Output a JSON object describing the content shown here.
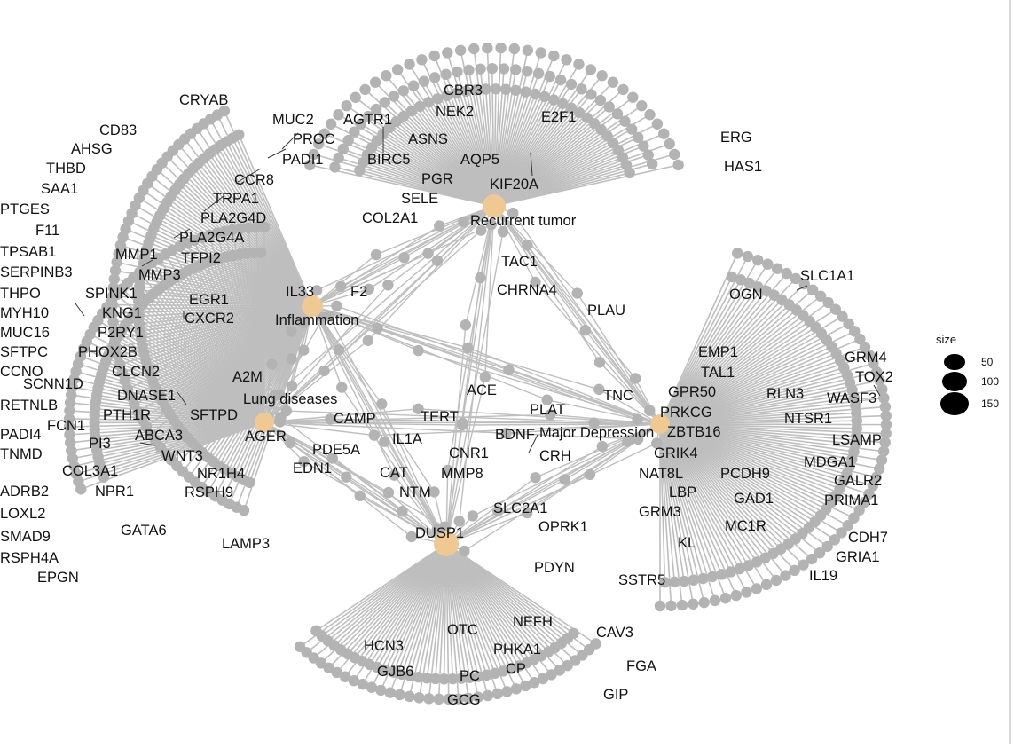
{
  "colors": {
    "edge": "#bebebe",
    "gene": "#b3b3b3",
    "category": "#f0c891",
    "text": "#111111",
    "legend": "#000000"
  },
  "legend": {
    "title": "size",
    "items": [
      {
        "label": "50",
        "value": 50
      },
      {
        "label": "100",
        "value": 100
      },
      {
        "label": "150",
        "value": 150
      }
    ]
  },
  "categories": [
    {
      "id": "recurrent",
      "label": "Recurrent tumor"
    },
    {
      "id": "inflammation",
      "label": "Inflammation"
    },
    {
      "id": "lung",
      "label": "Lung diseases"
    },
    {
      "id": "depression",
      "label": "Major Depression"
    },
    {
      "id": "dusp1",
      "label": "DUSP1"
    }
  ],
  "clusters": [
    {
      "category": "recurrent",
      "start_deg": 195,
      "end_deg": 345,
      "count": 112
    },
    {
      "category": "inflammation",
      "start_deg": 110,
      "end_deg": 245,
      "count": 120
    },
    {
      "category": "lung",
      "start_deg": 160,
      "end_deg": 270,
      "count": 95
    },
    {
      "category": "depression",
      "start_deg": -70,
      "end_deg": 90,
      "count": 115
    },
    {
      "category": "dusp1",
      "start_deg": 40,
      "end_deg": 140,
      "count": 70
    }
  ],
  "labels": [
    "CRYAB",
    "MUC2",
    "AGTR1",
    "CD83",
    "PROC",
    "AHSG",
    "PADI1",
    "THBD",
    "CCR8",
    "SAA1",
    "TRPA1",
    "PTGES",
    "PLA2G4D",
    "F11",
    "PLA2G4A",
    "TPSAB1",
    "MMP1",
    "TFPI2",
    "SERPINB3",
    "MMP3",
    "THPO",
    "SPINK1",
    "EGR1",
    "MYH10",
    "KNG1",
    "CXCR2",
    "MUC16",
    "P2RY1",
    "SFTPC",
    "PHOX2B",
    "CCNO",
    "CLCN2",
    "SCNN1D",
    "A2M",
    "DNASE1",
    "RETNLB",
    "PTH1R",
    "SFTPD",
    "FCN1",
    "PADI4",
    "ABCA3",
    "PI3",
    "TNMD",
    "WNT3",
    "COL3A1",
    "NR1H4",
    "ADRB2",
    "NPR1",
    "RSPH9",
    "LOXL2",
    "GATA6",
    "SMAD9",
    "LAMP3",
    "RSPH4A",
    "EPGN",
    "CBR3",
    "NEK2",
    "E2F1",
    "ASNS",
    "ERG",
    "BIRC5",
    "AQP5",
    "PGR",
    "HAS1",
    "KIF20A",
    "SELE",
    "COL2A1",
    "IL33",
    "F2",
    "TAC1",
    "CHRNA4",
    "PLAU",
    "ACE",
    "TNC",
    "CAMP",
    "TERT",
    "PLAT",
    "AGER",
    "PDE5A",
    "IL1A",
    "CNR1",
    "BDNF",
    "CRH",
    "EDN1",
    "CAT",
    "MMP8",
    "NTM",
    "SLC2A1",
    "OPRK1",
    "PDYN",
    "SSTR5",
    "SLC1A1",
    "OGN",
    "GRM4",
    "EMP1",
    "TOX2",
    "TAL1",
    "RLN3",
    "WASF3",
    "GPR50",
    "PRKCG",
    "NTSR1",
    "ZBTB16",
    "LSAMP",
    "GRIK4",
    "MDGA1",
    "NAT8L",
    "PCDH9",
    "GALR2",
    "LBP",
    "GAD1",
    "PRIMA1",
    "GRM3",
    "MC1R",
    "CDH7",
    "KL",
    "GRIA1",
    "IL19",
    "NEFH",
    "CAV3",
    "OTC",
    "HCN3",
    "PHKA1",
    "FGA",
    "GJB6",
    "PC",
    "CP",
    "GIP",
    "GCG"
  ]
}
